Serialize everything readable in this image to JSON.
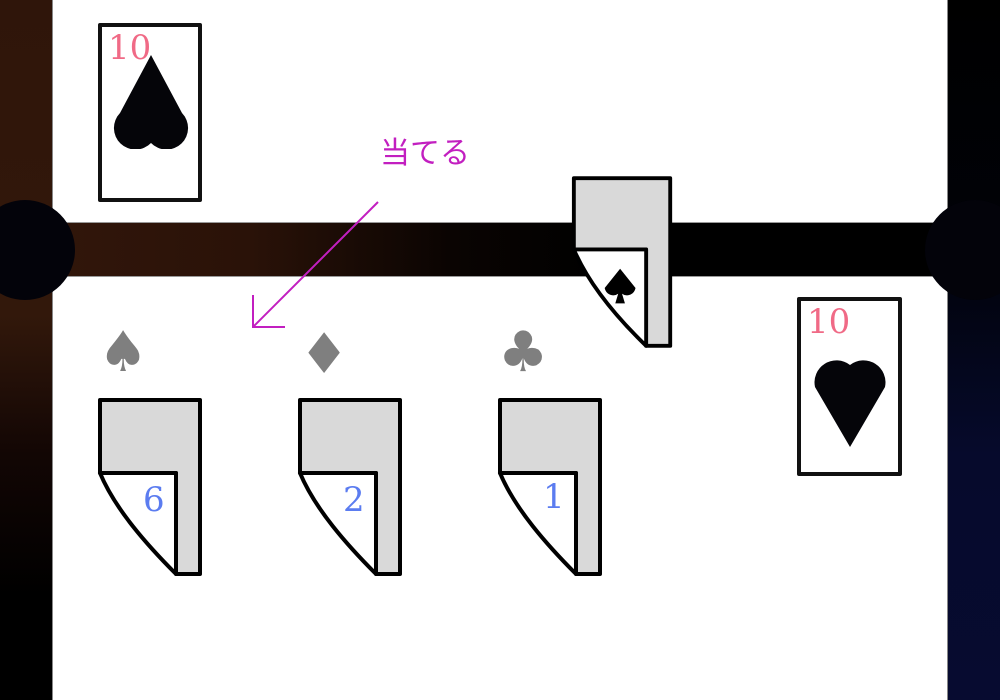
{
  "scene": {
    "description": "Card game board: two face-up 10 cards, three folded face-down cards with suit hints, one folded card on the rail",
    "colors": {
      "rank_text": "#f06a86",
      "fold_number": "#5b7cf0",
      "annotation": "#c21fc0",
      "folded_card_fill": "#d9d9d9",
      "suit_hint": "#7f7f7f"
    }
  },
  "face_up_cards": [
    {
      "rank": "10",
      "suit": "spade",
      "position": "top-left"
    },
    {
      "rank": "10",
      "suit": "heart",
      "position": "right"
    }
  ],
  "rail_card": {
    "suit": "spade",
    "suit_glyph": "♠"
  },
  "hand_cards": [
    {
      "suit": "spade",
      "suit_glyph": "♠",
      "number": "6"
    },
    {
      "suit": "diamond",
      "suit_glyph": "♦",
      "number": "2"
    },
    {
      "suit": "club",
      "suit_glyph": "♣",
      "number": "1"
    }
  ],
  "annotation": {
    "text": "当てる",
    "arrow_target": "spade hand card"
  }
}
